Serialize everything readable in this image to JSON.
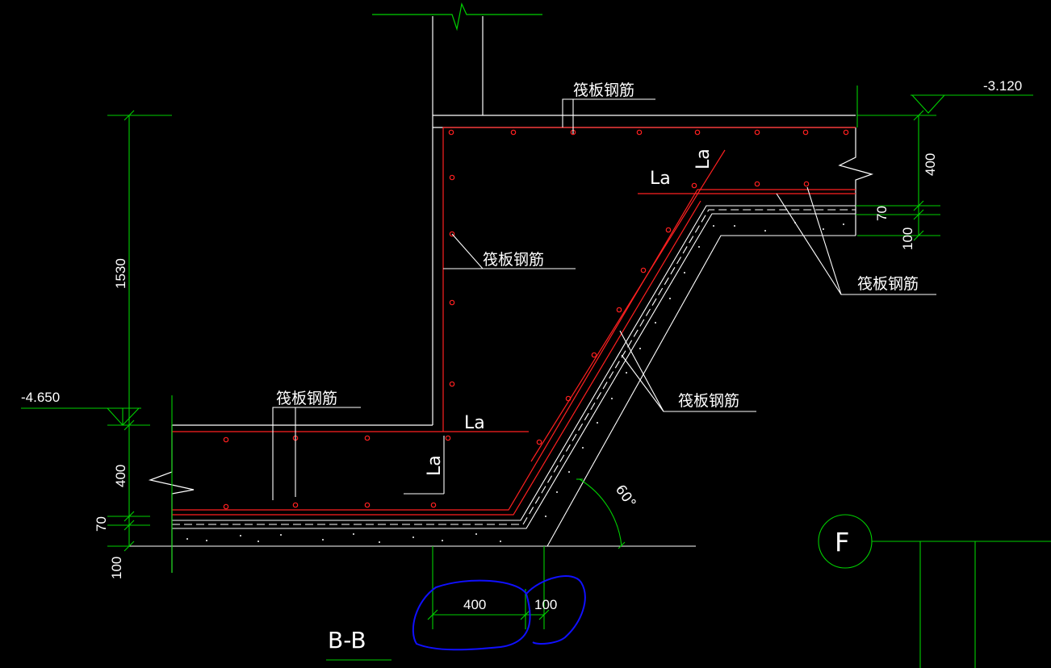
{
  "colors": {
    "background": "#000000",
    "structure": "#ffffff",
    "rebar": "#ff2020",
    "dimension": "#00d000",
    "markup": "#1010ff"
  },
  "labels": {
    "raft_rebar": "筏板钢筋",
    "anchorage": "La",
    "section": "B-B",
    "axis": "F",
    "angle": "60°"
  },
  "elevations": {
    "top": "-3.120",
    "bottom": "-4.650"
  },
  "dimensions": {
    "height_total": "1530",
    "slab_right": "400",
    "layer_right_1": "70",
    "layer_right_2": "100",
    "slab_left": "400",
    "layer_left_1": "70",
    "layer_left_2": "100",
    "base_width": "400",
    "base_offset": "100"
  }
}
